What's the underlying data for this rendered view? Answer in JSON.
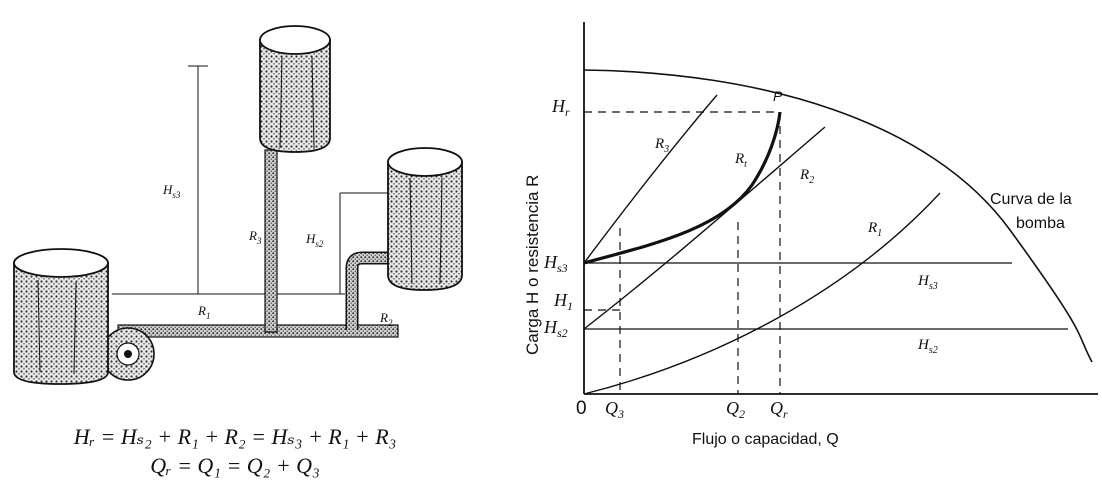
{
  "left_diagram": {
    "labels": {
      "hs3": "H",
      "hs3_sub": "s3",
      "hs2": "H",
      "hs2_sub": "s2",
      "r1": "R",
      "r1_sub": "1",
      "r2": "R",
      "r2_sub": "2",
      "r3": "R",
      "r3_sub": "3"
    },
    "equation_1": "Hᵣ = Hₛ₂ + R₁ + R₂ = Hₛ₃ + R₁ + R₃",
    "equation_2": "Qᵣ = Q₁ = Q₂ + Q₃"
  },
  "right_diagram": {
    "y_axis_label": "Carga H o resistencia R",
    "x_axis_label": "Flujo o capacidad, Q",
    "pump_curve_label_line1": "Curva de la",
    "pump_curve_label_line2": "bomba",
    "point_label": "P",
    "y_ticks": {
      "hr": "H",
      "hr_sub": "r",
      "hs3": "H",
      "hs3_sub": "s3",
      "h1": "H",
      "h1_sub": "1",
      "hs2": "H",
      "hs2_sub": "s2"
    },
    "x_ticks": {
      "zero": "0",
      "q3": "Q",
      "q3_sub": "3",
      "q2": "Q",
      "q2_sub": "2",
      "qr": "Q",
      "qr_sub": "r"
    },
    "curve_labels": {
      "r3": "R",
      "r3_sub": "3",
      "rt": "R",
      "rt_sub": "t",
      "r2": "R",
      "r2_sub": "2",
      "r1": "R",
      "r1_sub": "1",
      "hs3_line": "H",
      "hs3_line_sub": "s3",
      "hs2_line": "H",
      "hs2_line_sub": "s2"
    }
  }
}
